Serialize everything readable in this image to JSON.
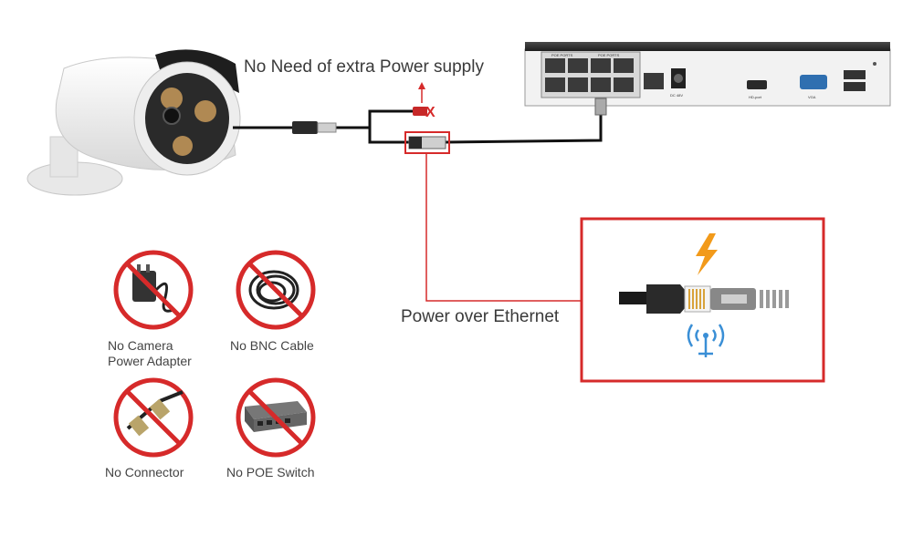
{
  "title": "No Need of extra Power supply",
  "poe_label": "Power over Ethernet",
  "nvr": {
    "port_group_labels": [
      "POE PORTS",
      "POE PORTS"
    ],
    "hdmi_label": "HD-port",
    "vga_label": "VGA",
    "power_label": "DC 48V"
  },
  "prohibited": [
    {
      "line1": "No Camera",
      "line2": "Power Adapter",
      "icon": "power-adapter-icon"
    },
    {
      "line1": "No BNC Cable",
      "line2": "",
      "icon": "bnc-cable-icon"
    },
    {
      "line1": "No Connector",
      "line2": "",
      "icon": "bnc-connector-icon"
    },
    {
      "line1": "No POE Switch",
      "line2": "",
      "icon": "poe-switch-icon"
    }
  ],
  "colors": {
    "accent_red": "#d62a2a",
    "cable": "#111111",
    "bolt": "#f29a1a",
    "signal": "#3a8fd6"
  }
}
